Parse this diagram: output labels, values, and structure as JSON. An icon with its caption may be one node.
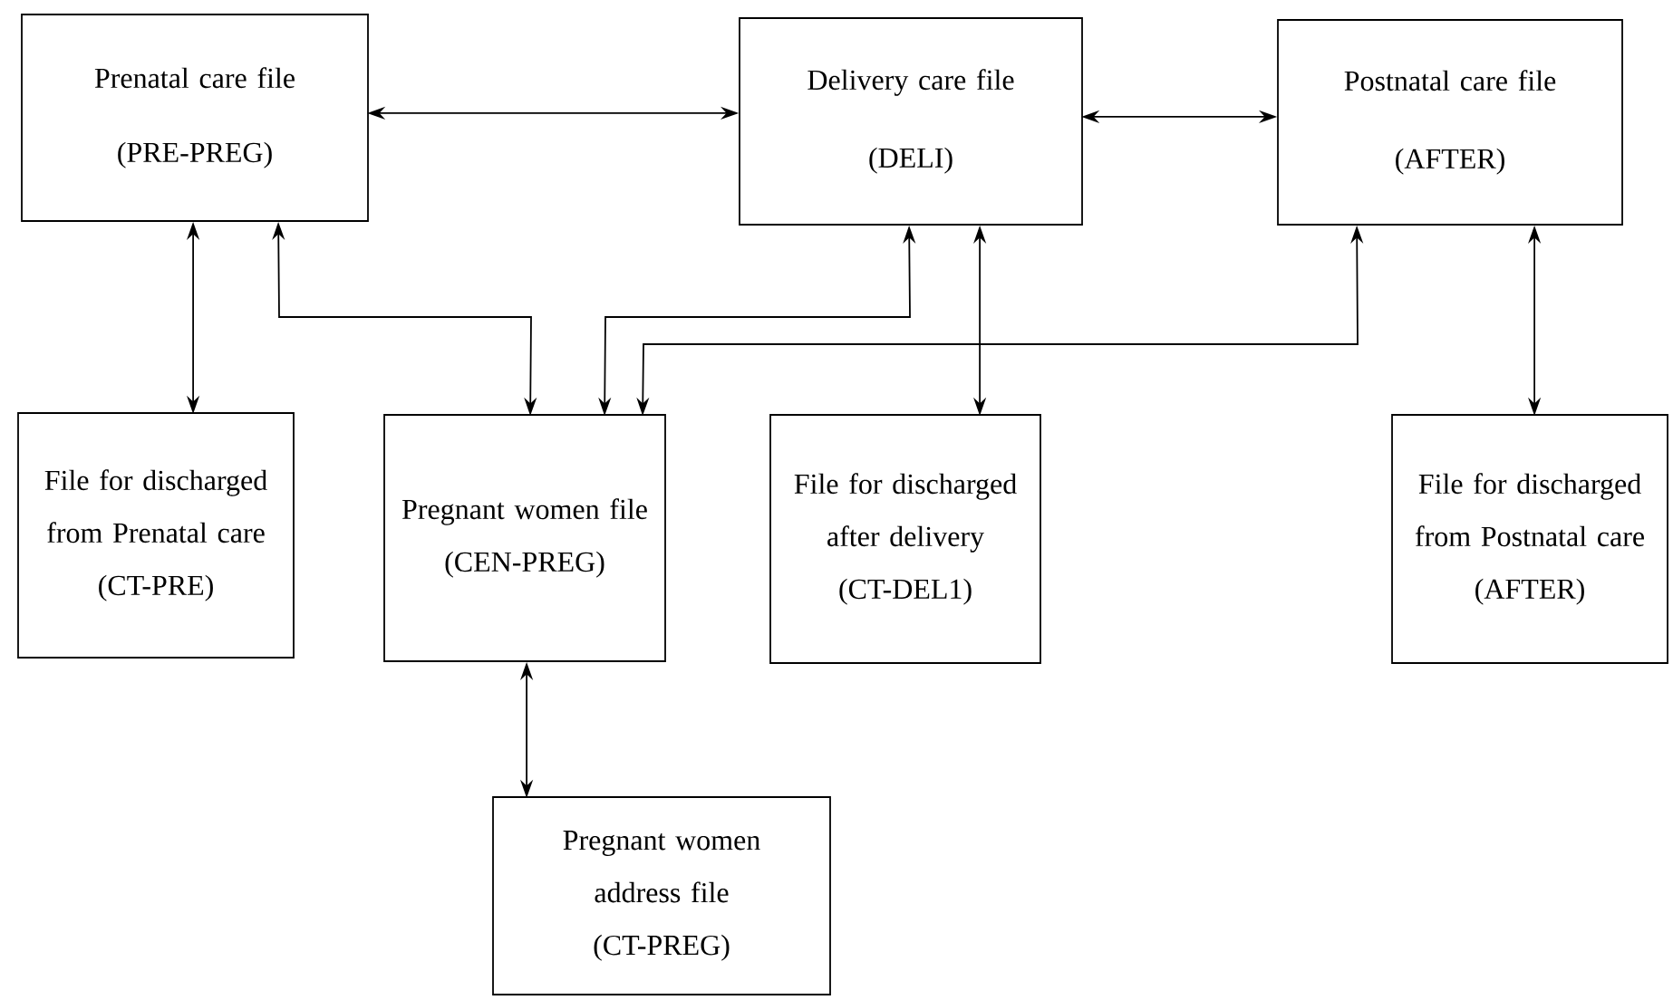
{
  "diagram": {
    "nodes": [
      {
        "text": [
          "Prenatal care file",
          "(PRE-PREG)"
        ]
      },
      {
        "text": [
          "Delivery care file",
          "(DELI)"
        ]
      },
      {
        "text": [
          "Postnatal care file",
          "(AFTER)"
        ]
      },
      {
        "text": [
          "File for discharged from Prenatal care",
          "(CT-PRE)"
        ]
      },
      {
        "text": [
          "Pregnant women file",
          "(CEN-PREG)"
        ]
      },
      {
        "text": [
          "File for discharged after delivery",
          "(CT-DEL1)"
        ]
      },
      {
        "text": [
          "File for discharged from Postnatal care",
          "(AFTER)"
        ]
      },
      {
        "text": [
          "Pregnant women address file",
          "(CT-PREG)"
        ]
      }
    ],
    "edges": [
      {
        "from": 0,
        "to": 1,
        "arrow": "both"
      },
      {
        "from": 1,
        "to": 2,
        "arrow": "both"
      },
      {
        "from": 0,
        "to": 3,
        "arrow": "both"
      },
      {
        "from": 0,
        "to": 4,
        "arrow": "both"
      },
      {
        "from": 1,
        "to": 4,
        "arrow": "both"
      },
      {
        "from": 2,
        "to": 4,
        "arrow": "both"
      },
      {
        "from": 1,
        "to": 5,
        "arrow": "both"
      },
      {
        "from": 2,
        "to": 6,
        "arrow": "both"
      },
      {
        "from": 4,
        "to": 7,
        "arrow": "both"
      }
    ]
  }
}
